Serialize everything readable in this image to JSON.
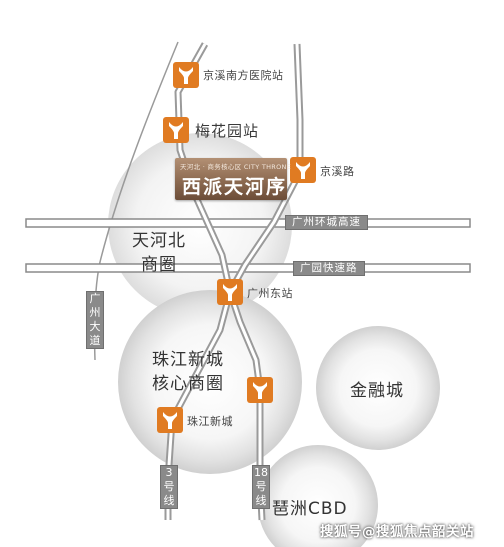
{
  "map": {
    "project": {
      "tagline": "天河北 · 商务核心区  CITY THRONE",
      "name": "西派天河序",
      "icon": "location-pin-icon"
    },
    "districts": [
      {
        "name": "天河北商圈",
        "line1": "天河北",
        "line2": "商圈"
      },
      {
        "name": "珠江新城核心商圈",
        "line1": "珠江新城",
        "line2": "核心商圈"
      },
      {
        "name": "金融城",
        "line1": "金融城"
      },
      {
        "name": "琶洲CBD",
        "line1": "琶洲CBD"
      }
    ],
    "stations": [
      {
        "name": "京溪南方医院站"
      },
      {
        "name": "梅花园站"
      },
      {
        "name": "京溪路"
      },
      {
        "name": "广州东站"
      },
      {
        "name": "珠江新城"
      }
    ],
    "roads": [
      {
        "name": "广州环城高速"
      },
      {
        "name": "广园快速路"
      },
      {
        "name": "广州大道",
        "chars": [
          "广",
          "州",
          "大",
          "道"
        ]
      }
    ],
    "metro_lines": [
      {
        "name": "3号线",
        "chars": [
          "3",
          "号",
          "线"
        ]
      },
      {
        "name": "18号线",
        "chars": [
          "18",
          "号",
          "线"
        ]
      }
    ],
    "metro_icon": "guangzhou-metro-icon",
    "watermark": "搜狐号@搜狐焦点韶关站",
    "colors": {
      "metro_orange": "#e07b22",
      "road_gray": "#8a8a8a",
      "brand_brown": "#8c6a51"
    }
  }
}
